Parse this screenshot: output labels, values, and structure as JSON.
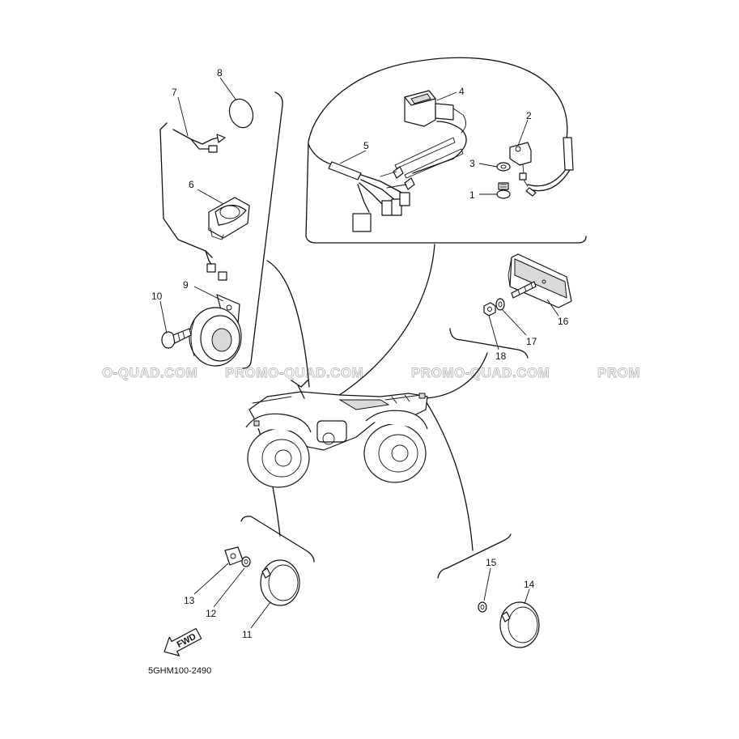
{
  "watermark": {
    "texts": [
      "O-QUAD.COM",
      "PROMO-QUAD.COM",
      "PROMO-QUAD.COM",
      "PROM"
    ]
  },
  "diagram_code": "5GHM100-2490",
  "fwd_label": "FWD",
  "callouts": [
    "1",
    "2",
    "3",
    "4",
    "5",
    "6",
    "7",
    "8",
    "9",
    "10",
    "11",
    "12",
    "13",
    "14",
    "15",
    "16",
    "17",
    "18"
  ]
}
